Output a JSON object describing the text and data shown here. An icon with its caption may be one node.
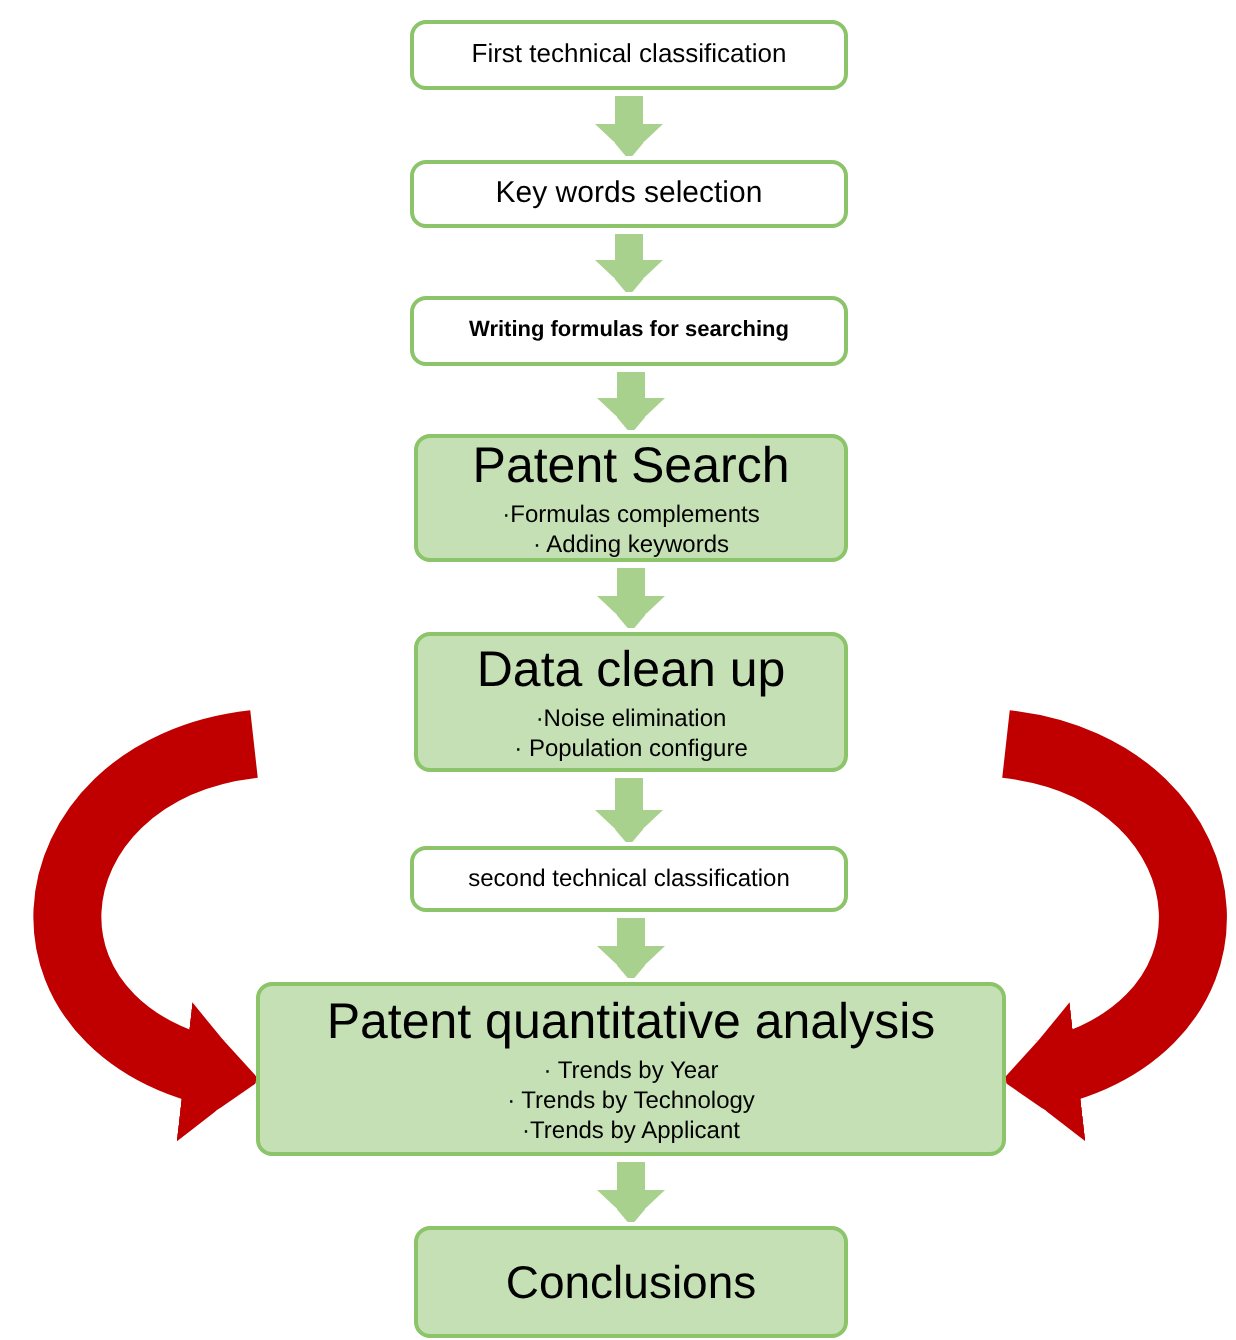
{
  "diagram": {
    "nodes": [
      {
        "text": [
          "First technical classification"
        ]
      },
      {
        "text": [
          "Key words selection"
        ]
      },
      {
        "text": [
          "Writing formulas for searching"
        ]
      },
      {
        "text": [
          "Patent Search",
          "·Formulas complements",
          "· Adding keywords"
        ]
      },
      {
        "text": [
          "Data clean up",
          "·Noise elimination",
          "· Population configure"
        ]
      },
      {
        "text": [
          "second technical classification"
        ]
      },
      {
        "text": [
          "Patent quantitative analysis",
          "· Trends by Year",
          "· Trends by Technology",
          "·Trends by Applicant"
        ]
      },
      {
        "text": [
          "Conclusions"
        ]
      }
    ],
    "edges": [
      {
        "from": 0,
        "to": 1,
        "arrow": "to"
      },
      {
        "from": 1,
        "to": 2,
        "arrow": "to"
      },
      {
        "from": 2,
        "to": 3,
        "arrow": "to"
      },
      {
        "from": 3,
        "to": 4,
        "arrow": "to"
      },
      {
        "from": 4,
        "to": 5,
        "arrow": "to"
      },
      {
        "from": 5,
        "to": 6,
        "arrow": "to"
      },
      {
        "from": 6,
        "to": 7,
        "arrow": "to"
      },
      {
        "from": null,
        "to": 6,
        "arrow": "to",
        "style": "thick",
        "color": "#c00000"
      },
      {
        "from": null,
        "to": 6,
        "arrow": "to",
        "style": "thick",
        "color": "#c00000"
      }
    ]
  }
}
